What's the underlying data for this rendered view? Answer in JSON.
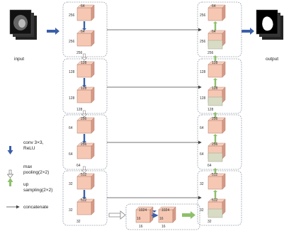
{
  "io": {
    "input_label": "input",
    "output_label": "output"
  },
  "legend": {
    "conv": "conv  3×3,\nReLU",
    "maxpool": "max\npooling(2×2)",
    "upsample": "up\nsampling(2×2)",
    "concat": "concatenate"
  },
  "colors": {
    "encoder_block": "#f6c8b4",
    "decoder_block": "#d9dcc4",
    "conv_arrow": "#3a5fa8",
    "up_arrow": "#8dc06a",
    "pool_arrow": "#888888",
    "concat_arrow": "#444444",
    "frame": "#9aa3ad"
  },
  "encoder": {
    "level1": {
      "top": "64",
      "sideA": "256",
      "mid": "64",
      "sideB": "256",
      "bottom": "256"
    },
    "level2": {
      "top": "128",
      "sideA": "128",
      "mid": "128",
      "sideB": "128",
      "bottom": "128"
    },
    "level3": {
      "top": "256",
      "sideA": "64",
      "mid": "256",
      "sideB": "64",
      "bottom": "64"
    },
    "level4": {
      "top": "512",
      "sideA": "32",
      "mid": "512",
      "sideB": "32",
      "bottom": "32"
    }
  },
  "bottleneck": {
    "a_top": "1024",
    "a_side": "16",
    "a_bottom": "16",
    "b_top": "1024",
    "b_side": "16",
    "b_bottom": "16"
  },
  "decoder": {
    "level1": {
      "top": "64",
      "sideA": "256",
      "mid": "64",
      "sideB": "256",
      "bottom": "256"
    },
    "level2": {
      "top": "128",
      "sideA": "128",
      "mid": "128",
      "sideB": "128",
      "bottom": "128"
    },
    "level3": {
      "top": "256",
      "sideA": "64",
      "mid": "256",
      "sideB": "64",
      "bottom": "64"
    },
    "level4": {
      "top": "512",
      "sideA": "32",
      "mid": "512",
      "sideB": "32",
      "bottom": "32"
    }
  }
}
